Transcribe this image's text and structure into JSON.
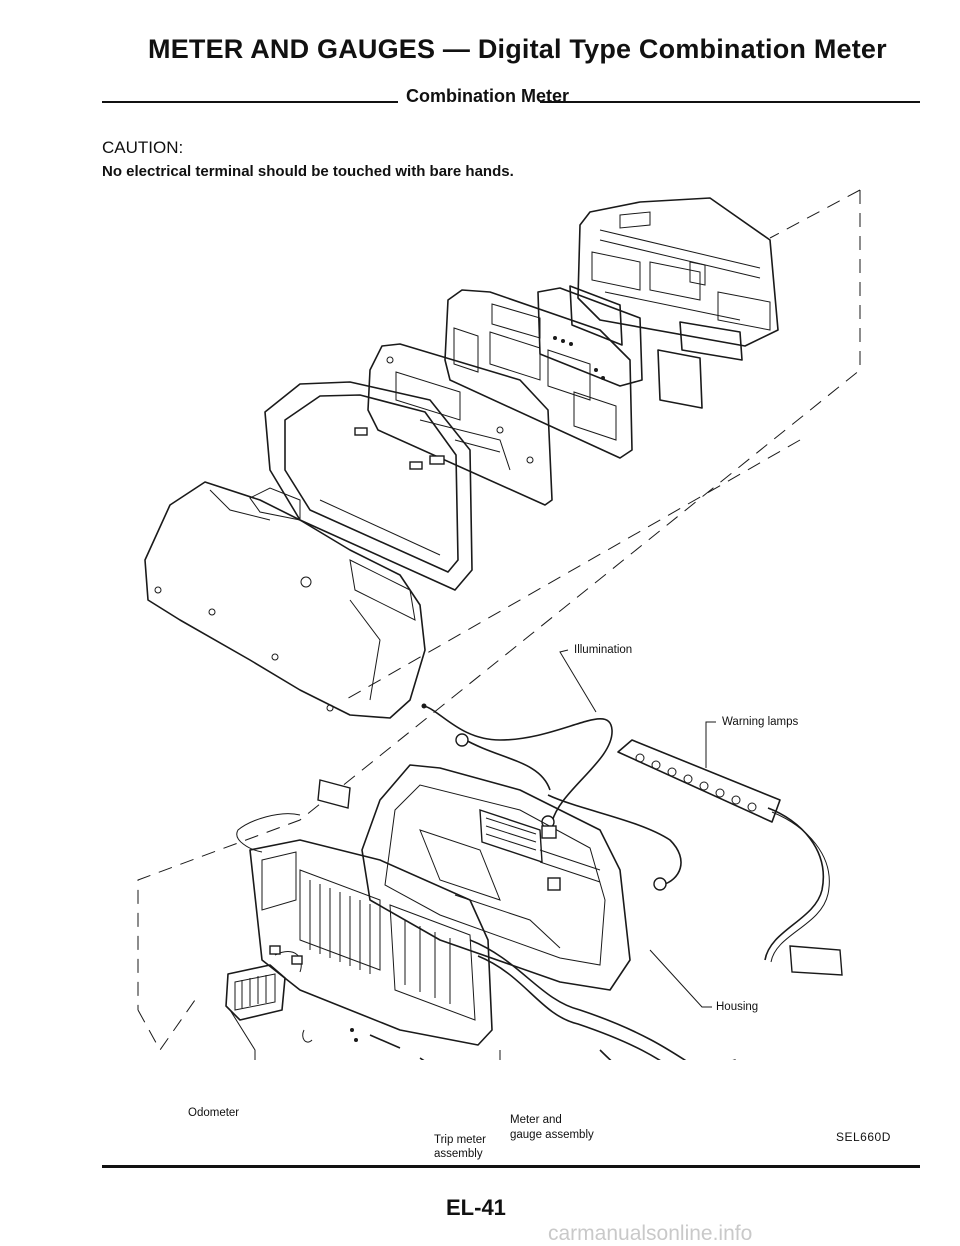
{
  "header": {
    "title": "METER AND GAUGES — Digital Type Combination Meter",
    "section": "Combination Meter"
  },
  "caution": {
    "heading": "CAUTION:",
    "text": "No electrical terminal should be touched with bare hands."
  },
  "figure": {
    "labels": {
      "illumination": "Illumination",
      "warning_lamps": "Warning lamps",
      "housing": "Housing",
      "odometer": "Odometer",
      "meter_assembly_line1": "Meter and",
      "meter_assembly_line2": "gauge assembly",
      "trip_meter_line1": "Trip meter",
      "trip_meter_line2": "assembly"
    },
    "code": "SEL660D"
  },
  "footer": {
    "page_number": "EL-41",
    "watermark": "carmanualsonline.info"
  }
}
